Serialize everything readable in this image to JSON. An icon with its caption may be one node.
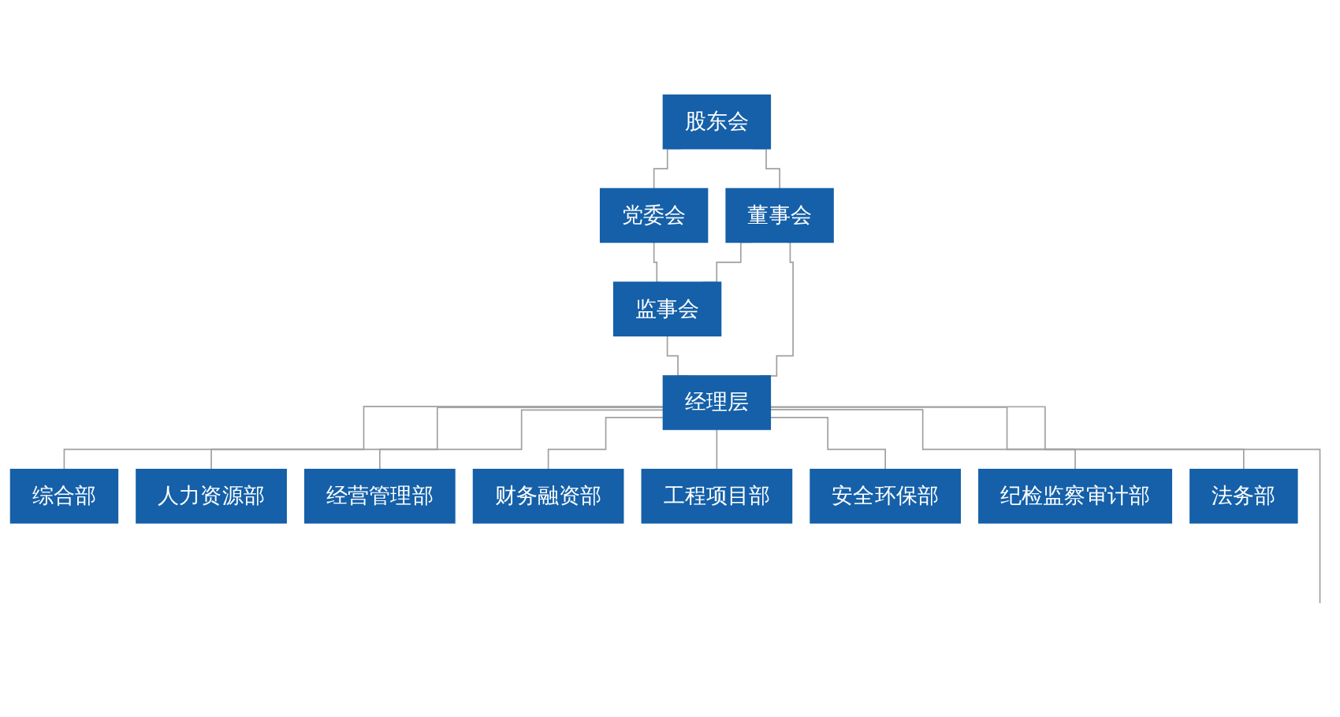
{
  "diagram": {
    "nodes": [
      {
        "text": [
          "股东会"
        ]
      },
      {
        "text": [
          "党委会"
        ]
      },
      {
        "text": [
          "董事会"
        ]
      },
      {
        "text": [
          "监事会"
        ]
      },
      {
        "text": [
          "经理层"
        ]
      },
      {
        "text": [
          "综合部"
        ]
      },
      {
        "text": [
          "人力资源部"
        ]
      },
      {
        "text": [
          "经营管理部"
        ]
      },
      {
        "text": [
          "财务融资部"
        ]
      },
      {
        "text": [
          "工程项目部"
        ]
      },
      {
        "text": [
          "安全环保部"
        ]
      },
      {
        "text": [
          "纪检监察审计部"
        ]
      },
      {
        "text": [
          "法务部"
        ]
      }
    ],
    "edges": [
      {
        "from": 0,
        "to": 1,
        "arrow": "none"
      },
      {
        "from": 0,
        "to": 2,
        "arrow": "none"
      },
      {
        "from": 1,
        "to": 3,
        "arrow": "none"
      },
      {
        "from": 2,
        "to": 3,
        "arrow": "none"
      },
      {
        "from": 2,
        "to": 4,
        "arrow": "none"
      },
      {
        "from": 3,
        "to": 4,
        "arrow": "none"
      },
      {
        "from": 4,
        "to": 5,
        "arrow": "none"
      },
      {
        "from": 4,
        "to": 6,
        "arrow": "none"
      },
      {
        "from": 4,
        "to": 7,
        "arrow": "none"
      },
      {
        "from": 4,
        "to": 8,
        "arrow": "none"
      },
      {
        "from": 4,
        "to": 9,
        "arrow": "none"
      },
      {
        "from": 4,
        "to": 10,
        "arrow": "none"
      },
      {
        "from": 4,
        "to": 11,
        "arrow": "none"
      },
      {
        "from": 4,
        "to": 12,
        "arrow": "none"
      },
      {
        "from": 4,
        "to": null,
        "arrow": "none"
      }
    ]
  }
}
